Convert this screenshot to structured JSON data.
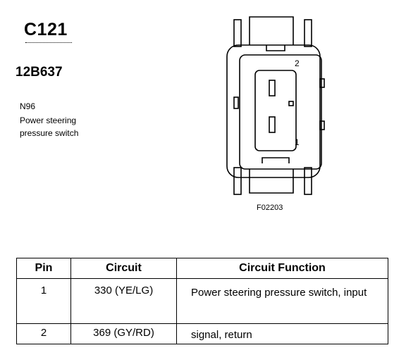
{
  "connector": {
    "id": "C121",
    "part_number": "12B637",
    "component_code": "N96",
    "component_name": "Power steering pressure switch",
    "figure_id": "F02203",
    "pin_labels": {
      "top": "2",
      "bottom": "1"
    }
  },
  "table": {
    "headers": {
      "pin": "Pin",
      "circuit": "Circuit",
      "function": "Circuit Function"
    },
    "rows": [
      {
        "pin": "1",
        "circuit": "330 (YE/LG)",
        "function": "Power steering pressure switch, input"
      },
      {
        "pin": "2",
        "circuit": "369 (GY/RD)",
        "function": "signal, return"
      }
    ]
  }
}
